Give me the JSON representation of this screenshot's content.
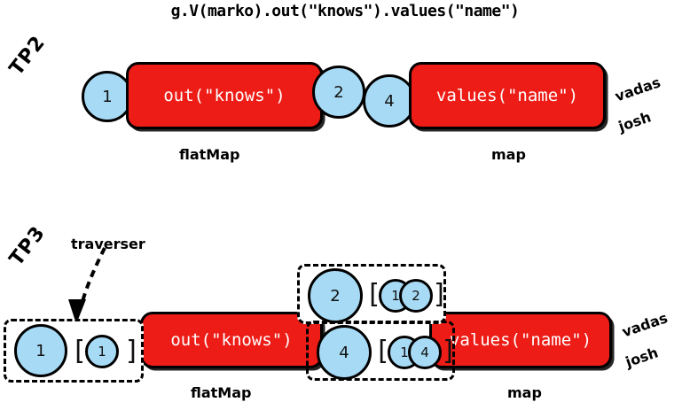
{
  "title": "g.V(marko).out(\"knows\").values(\"name\")",
  "rows": {
    "tp2": {
      "badge": "TP2",
      "circles": [
        {
          "id": "start",
          "label": "1"
        },
        {
          "id": "mid-2",
          "label": "2"
        },
        {
          "id": "mid-4",
          "label": "4"
        }
      ],
      "steps": [
        {
          "id": "out",
          "expr": "out(\"knows\")",
          "kind": "flatMap"
        },
        {
          "id": "values",
          "expr": "values(\"name\")",
          "kind": "map"
        }
      ],
      "step_labels": {
        "flatMap": "flatMap",
        "map": "map"
      },
      "results": [
        "vadas",
        "josh"
      ]
    },
    "tp3": {
      "badge": "TP3",
      "annotation": "traverser",
      "steps": [
        {
          "id": "out",
          "expr": "out(\"knows\")",
          "kind": "flatMap"
        },
        {
          "id": "values",
          "expr": "values(\"name\")",
          "kind": "map"
        }
      ],
      "step_labels": {
        "flatMap": "flatMap",
        "map": "map"
      },
      "traversers": [
        {
          "id": "t-start",
          "object": "1",
          "bracket_open": "[",
          "path": [
            "1"
          ],
          "bracket_close": "]"
        },
        {
          "id": "t-2",
          "object": "2",
          "bracket_open": "[",
          "path": [
            "1",
            "2"
          ],
          "bracket_close": "]"
        },
        {
          "id": "t-4",
          "object": "4",
          "bracket_open": "[",
          "path": [
            "1",
            "4"
          ],
          "bracket_close": "]"
        }
      ],
      "results": [
        "vadas",
        "josh"
      ]
    }
  },
  "colors": {
    "step_fill": "#ED1C16",
    "step_text": "#FFFFFF",
    "traverser_fill": "#A7DAF5",
    "outline": "#000000",
    "background": "#FFFFFF"
  }
}
